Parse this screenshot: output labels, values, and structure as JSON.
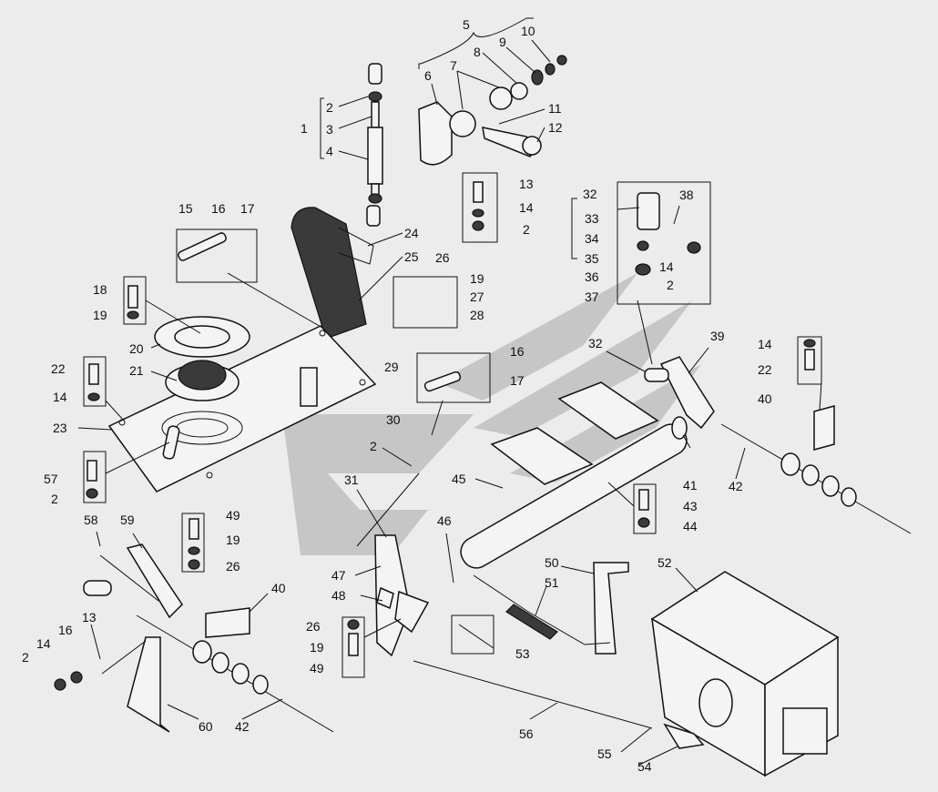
{
  "colors": {
    "background": "#ececec",
    "watermark": "#b9b9b9",
    "line": "#111111"
  },
  "labels": {
    "l1": "1",
    "l2a": "2",
    "l3": "3",
    "l4": "4",
    "l5": "5",
    "l6": "6",
    "l7": "7",
    "l8": "8",
    "l9": "9",
    "l10": "10",
    "l11": "11",
    "l12": "12",
    "l13a": "13",
    "l14a": "14",
    "l2b": "2",
    "l15": "15",
    "l16a": "16",
    "l17a": "17",
    "l24": "24",
    "l25": "25",
    "l26a": "26",
    "l19a": "19",
    "l27": "27",
    "l28": "28",
    "l18": "18",
    "l19b": "19",
    "l20": "20",
    "l21": "21",
    "l22a": "22",
    "l14b": "14",
    "l23": "23",
    "l57": "57",
    "l2c": "2",
    "l29": "29",
    "l16b": "16",
    "l17b": "17",
    "l30": "30",
    "l2d": "2",
    "l31": "31",
    "l32a": "32",
    "l33": "33",
    "l34": "34",
    "l35": "35",
    "l36": "36",
    "l37": "37",
    "l38": "38",
    "l14c": "14",
    "l2e": "2",
    "l32b": "32",
    "l39": "39",
    "l14d": "14",
    "l22b": "22",
    "l40a": "40",
    "l41": "41",
    "l42a": "42",
    "l43": "43",
    "l44": "44",
    "l45": "45",
    "l46": "46",
    "l47": "47",
    "l48": "48",
    "l26b": "26",
    "l19c": "19",
    "l49a": "49",
    "l50": "50",
    "l51": "51",
    "l52": "52",
    "l53": "53",
    "l56": "56",
    "l55": "55",
    "l54": "54",
    "l58": "58",
    "l59": "59",
    "l49b": "49",
    "l19d": "19",
    "l26c": "26",
    "l40b": "40",
    "l13b": "13",
    "l16c": "16",
    "l14e": "14",
    "l2f": "2",
    "l60": "60",
    "l42b": "42"
  }
}
